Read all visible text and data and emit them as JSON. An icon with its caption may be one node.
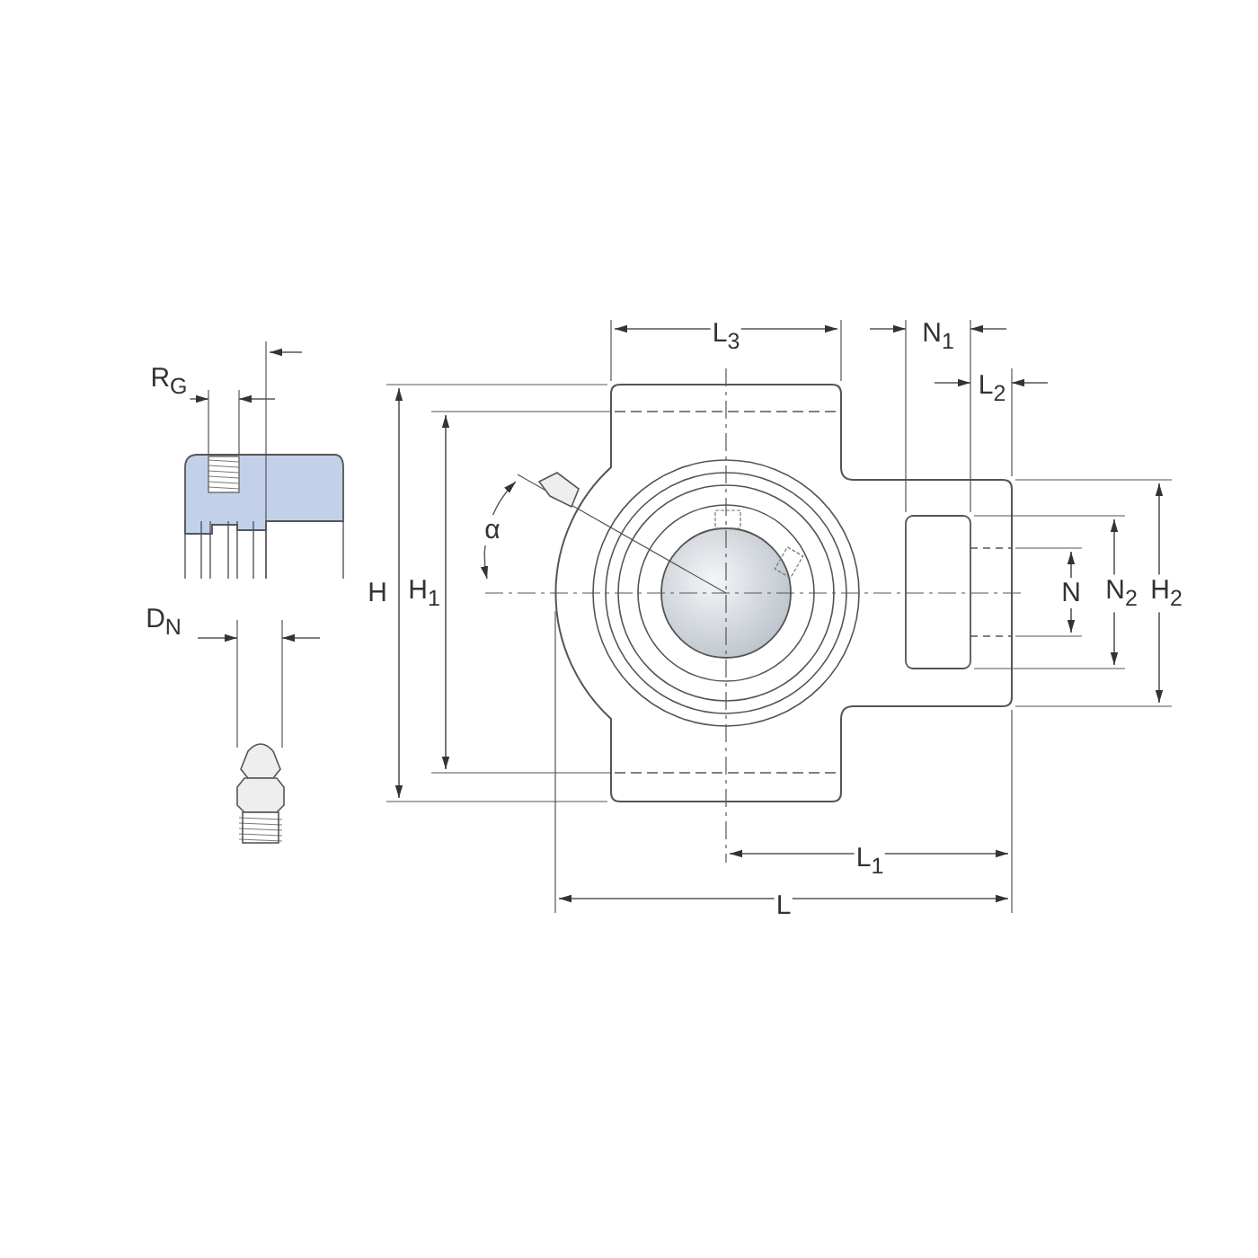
{
  "diagram": {
    "labels": [
      "R$_{G}$",
      "L$_{3}$",
      "N$_{1}$",
      "L$_{2}$",
      "α",
      "H",
      "H$_{1}$",
      "N",
      "N$_{2}$",
      "H$_{2}$",
      "D$_{N}$",
      "L$_{1}$",
      "L"
    ]
  }
}
